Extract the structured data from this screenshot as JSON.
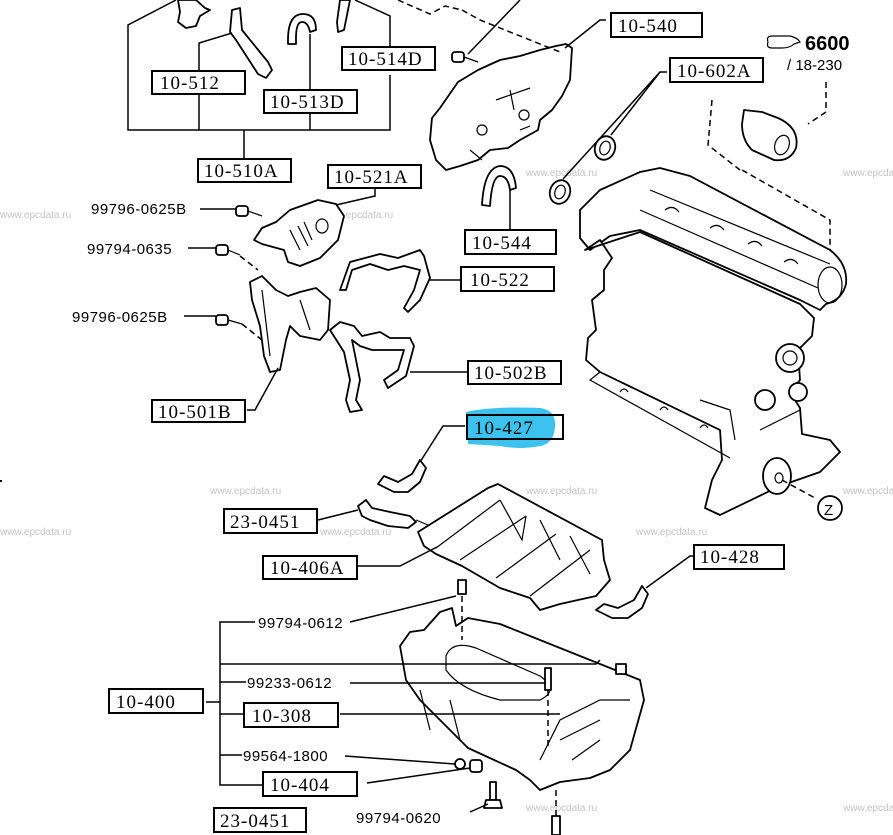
{
  "diagram": {
    "highlight_color": "#3cc2ee",
    "watermark": "www.epcdata.ru",
    "reference": {
      "icon": "pointing-hand-icon",
      "number": "6600",
      "sub": "/ 18-230"
    },
    "callout_circle": "Z",
    "part_labels": [
      {
        "id": "10-512",
        "text": "10-512"
      },
      {
        "id": "10-513D",
        "text": "10-513D"
      },
      {
        "id": "10-514D",
        "text": "10-514D"
      },
      {
        "id": "10-510A",
        "text": "10-510A"
      },
      {
        "id": "10-521A",
        "text": "10-521A"
      },
      {
        "id": "10-540",
        "text": "10-540"
      },
      {
        "id": "10-602A",
        "text": "10-602A"
      },
      {
        "id": "10-544",
        "text": "10-544"
      },
      {
        "id": "10-522",
        "text": "10-522"
      },
      {
        "id": "10-502B",
        "text": "10-502B"
      },
      {
        "id": "10-501B",
        "text": "10-501B"
      },
      {
        "id": "10-427",
        "text": "10-427",
        "highlighted": true
      },
      {
        "id": "23-0451-a",
        "text": "23-0451"
      },
      {
        "id": "10-406A",
        "text": "10-406A"
      },
      {
        "id": "10-428",
        "text": "10-428"
      },
      {
        "id": "10-400",
        "text": "10-400"
      },
      {
        "id": "10-308",
        "text": "10-308"
      },
      {
        "id": "10-404",
        "text": "10-404"
      },
      {
        "id": "23-0451-b",
        "text": "23-0451"
      }
    ],
    "bolt_labels": [
      {
        "id": "99796-0625B-a",
        "text": "99796-0625B"
      },
      {
        "id": "99794-0635",
        "text": "99794-0635"
      },
      {
        "id": "99796-0625B-b",
        "text": "99796-0625B"
      },
      {
        "id": "99794-0612",
        "text": "99794-0612"
      },
      {
        "id": "99233-0612",
        "text": "99233-0612"
      },
      {
        "id": "99564-1800",
        "text": "99564-1800"
      },
      {
        "id": "99794-0620",
        "text": "99794-0620"
      }
    ]
  }
}
